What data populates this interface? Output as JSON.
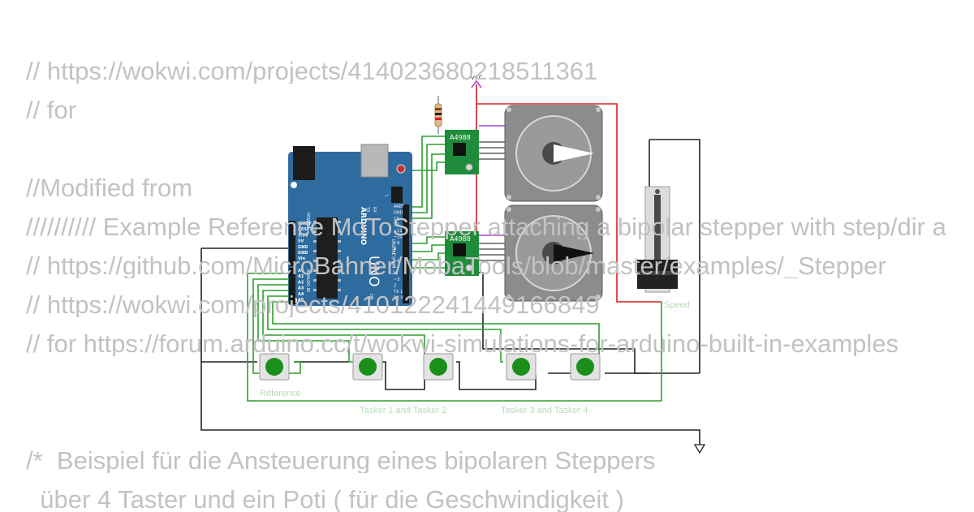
{
  "code_lines": [
    "// https://wokwi.com/projects/414023680218511361",
    "// for",
    "",
    "//Modified from",
    "////////// Example Reference MoToStepper attaching a bipolar stepper with step/dir and enable ////////////",
    "// https://github.com/MicroBahner/MobaTools/blob/master/examples/_Stepper",
    "// https://wokwi.com/projects/410122241449166849",
    "// for https://forum.arduino.cc/t/wokwi-simulations-for-arduino-built-in-examples",
    "",
    "/*  Beispiel für die Ansteuerung eines bipolaren Steppers",
    "  über 4 Taster und ein Poti ( für die Geschwindigkeit )"
  ],
  "labels": {
    "vcc": "VCC",
    "driver_top": "A4988",
    "driver_bottom": "A4988",
    "potentiometer": "Speed",
    "button_reference": "Reference",
    "buttons_group_1": "Tasker 1 and Tasker 2",
    "buttons_group_2": "Tasker 3 and Tasker 4"
  },
  "arduino": {
    "board_name": "UNO",
    "brand": "ARDUINO",
    "power_header": [
      "IOREF",
      "RESET",
      "3.3V",
      "5V",
      "GND",
      "GND",
      "Vin"
    ],
    "analog_header": [
      "A0",
      "A1",
      "A2",
      "A3",
      "A4",
      "A5"
    ],
    "power_title": "POWER",
    "analog_title": "ANALOG IN",
    "digital_title": "DIGITAL (PWM ~)",
    "digital_pins": [
      "AREF",
      "GND",
      "13",
      "12",
      "~11",
      "~10",
      "~9",
      "8",
      "7",
      "~6",
      "~5",
      "4",
      "~3",
      "2",
      "TX 1",
      "RX 0"
    ],
    "led_labels": [
      "L",
      "TX",
      "RX"
    ],
    "on_label": "ON"
  },
  "colors": {
    "board": "#2e6b9e",
    "wire_green": "#2e9e2e",
    "wire_red": "#d62020",
    "wire_black": "#222222",
    "wire_purple": "#a83fd4",
    "driver": "#1e8c3a",
    "code_text": "#c2c2c2"
  },
  "icons": [
    "ground-symbol-icon",
    "vcc-symbol-icon",
    "resistor-icon",
    "stepper-motor-icon",
    "pushbutton-icon",
    "slide-potentiometer-icon",
    "reset-button-icon"
  ]
}
